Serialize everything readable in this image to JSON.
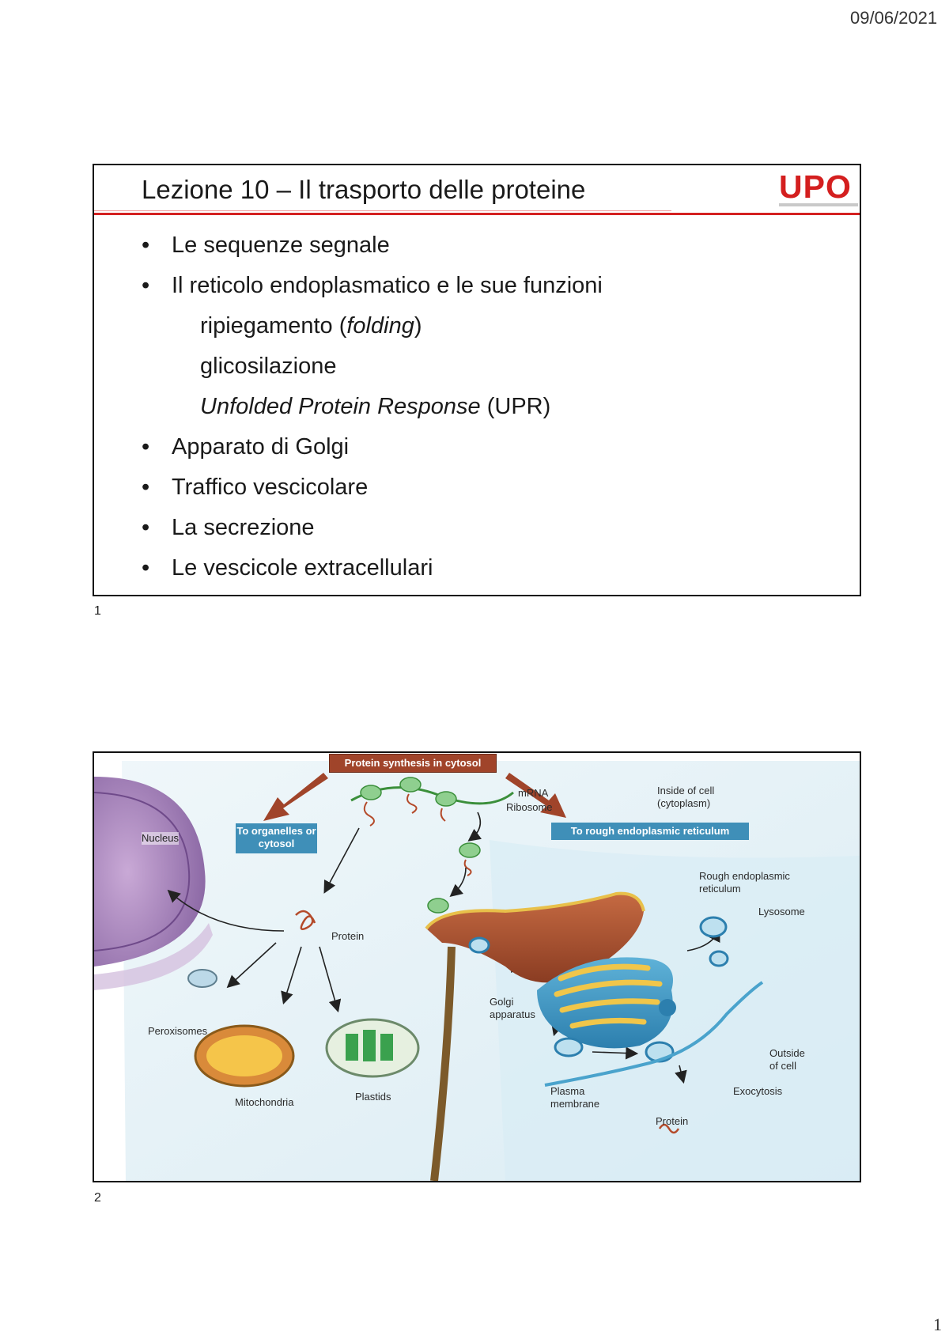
{
  "page": {
    "date": "09/06/2021",
    "number": "1"
  },
  "slide1": {
    "number": "1",
    "title": "Lezione 10 – Il trasporto delle proteine",
    "logo": "UPO",
    "bullets": [
      {
        "text": "Le sequenze segnale"
      },
      {
        "text": "Il reticolo endoplasmatico e le sue funzioni"
      }
    ],
    "subitems": {
      "folding_pre": "ripiegamento (",
      "folding_it": "folding",
      "folding_post": ")",
      "glyco": "glicosilazione",
      "upr_it": "Unfolded Protein Response",
      "upr_post": " (UPR)"
    },
    "bullets2": [
      {
        "text": "Apparato di Golgi"
      },
      {
        "text": "Traffico vescicolare"
      },
      {
        "text": "La secrezione"
      },
      {
        "text": "Le vescicole extracellulari"
      }
    ],
    "bullet_char": "•"
  },
  "slide2": {
    "number": "2",
    "figure": {
      "banner_top": "Protein synthesis in cytosol",
      "banner_left": "To organelles or cytosol",
      "banner_right": "To rough endoplasmic reticulum",
      "labels": {
        "mrna": "mRNA",
        "ribosome": "Ribosome",
        "inside_cell": "Inside of cell",
        "cytoplasm": "(cytoplasm)",
        "nucleus": "Nucleus",
        "rough_er1": "Rough endoplasmic",
        "rough_er2": "reticulum",
        "lysosome": "Lysosome",
        "protein_center": "Protein",
        "peroxisomes": "Peroxisomes",
        "mitochondria": "Mitochondria",
        "plastids": "Plastids",
        "golgi1": "Golgi",
        "golgi2": "apparatus",
        "outside1": "Outside",
        "outside2": "of cell",
        "plasma1": "Plasma",
        "plasma2": "membrane",
        "exocytosis": "Exocytosis",
        "protein_out": "Protein"
      }
    }
  },
  "colors": {
    "accent_red": "#d42020",
    "banner_brown": "#a0442a",
    "banner_blue": "#3f8fb8"
  }
}
